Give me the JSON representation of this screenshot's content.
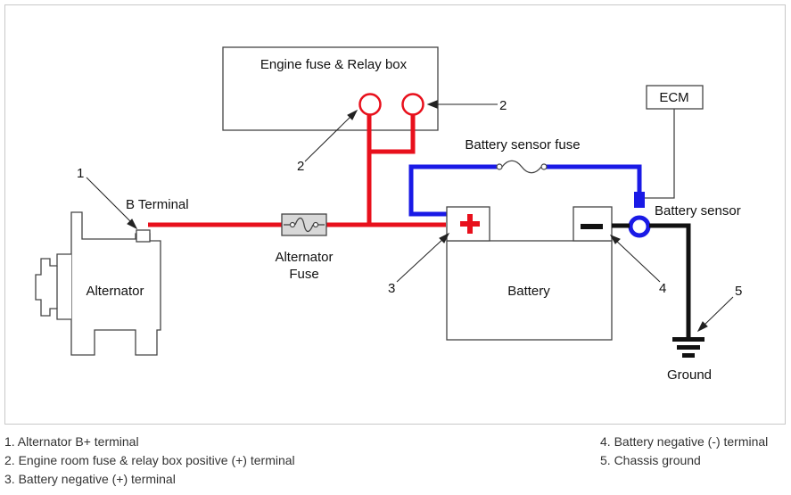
{
  "diagram": {
    "labels": {
      "relay_box": "Engine fuse & Relay box",
      "ecm": "ECM",
      "battery_sensor_fuse": "Battery sensor fuse",
      "b_terminal": "B Terminal",
      "alternator": "Alternator",
      "alternator_fuse_line1": "Alternator",
      "alternator_fuse_line2": "Fuse",
      "battery": "Battery",
      "battery_sensor": "Battery sensor",
      "ground": "Ground"
    },
    "callouts": {
      "c1": "1",
      "c2_right": "2",
      "c2_left": "2",
      "c3": "3",
      "c4": "4",
      "c5": "5"
    },
    "colors": {
      "positive_wire": "#e8101c",
      "sensor_wire": "#1a1ae6",
      "ground_wire": "#111111",
      "outline": "#444444"
    }
  },
  "legend": {
    "left": [
      "1. Alternator B+ terminal",
      "2. Engine room fuse & relay box positive (+) terminal",
      "3. Battery negative (+) terminal"
    ],
    "right": [
      "4. Battery negative (-) terminal",
      "5. Chassis ground"
    ]
  }
}
